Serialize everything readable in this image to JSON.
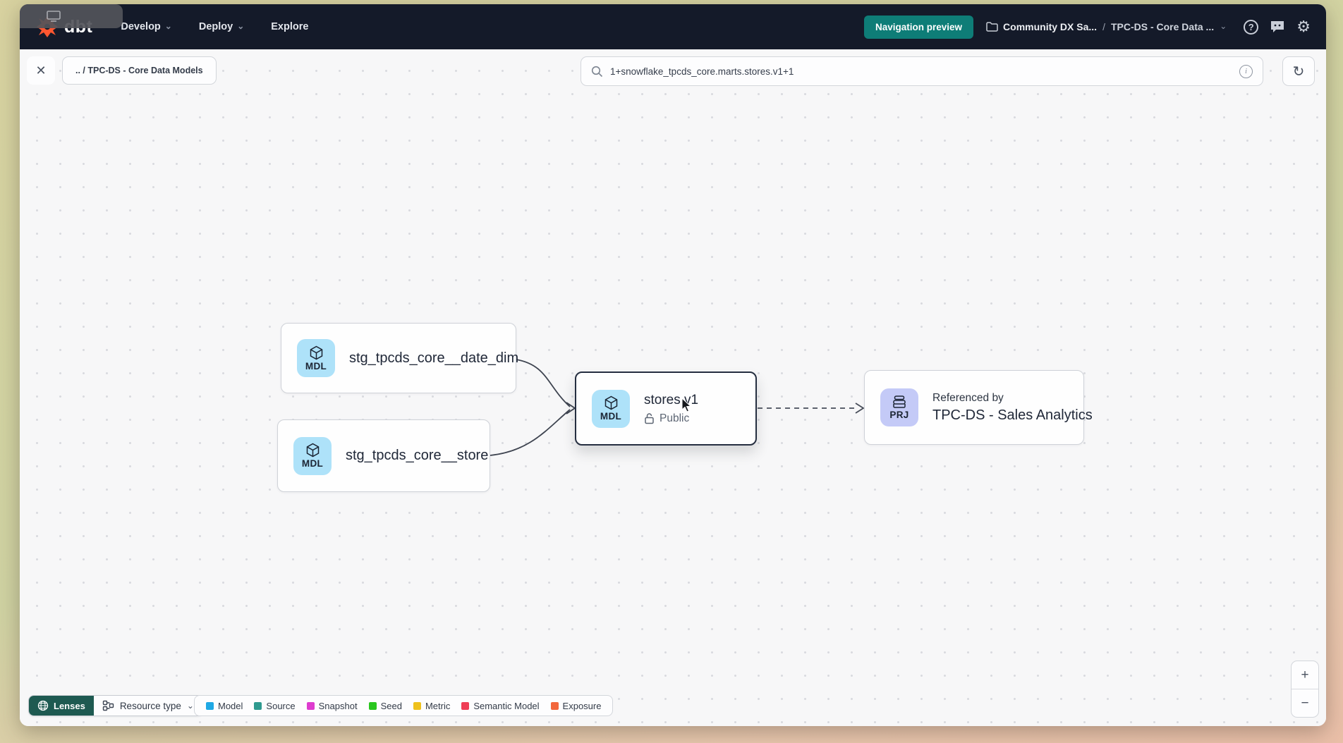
{
  "icons": {
    "close": "✕",
    "refresh": "↻",
    "gear": "⚙",
    "chevron_down": "⌄",
    "chevron_down_small": "⌄",
    "help": "?",
    "info": "i",
    "zoom_in": "+",
    "zoom_out": "−",
    "breadcrumb_separator": "/"
  },
  "navbar": {
    "brand": "dbt",
    "menus": [
      {
        "label": "Develop",
        "has_chevron": true
      },
      {
        "label": "Deploy",
        "has_chevron": true
      },
      {
        "label": "Explore",
        "has_chevron": false
      }
    ],
    "preview_badge": "Navigation preview",
    "breadcrumb": {
      "account": "Community DX Sa...",
      "separator": "/",
      "project": "TPC-DS - Core Data ..."
    }
  },
  "toolbar": {
    "path_chip": ".. / TPC-DS - Core Data Models",
    "search": {
      "value": "1+snowflake_tpcds_core.marts.stores.v1+1"
    }
  },
  "graph": {
    "nodes": [
      {
        "badge": "MDL",
        "label": "stg_tpcds_core__date_dim"
      },
      {
        "badge": "MDL",
        "label": "stg_tpcds_core__store"
      },
      {
        "badge": "MDL",
        "label": "stores.v1",
        "access": "Public",
        "selected": true
      },
      {
        "badge": "PRJ",
        "caption": "Referenced by",
        "label": "TPC-DS - Sales Analytics"
      }
    ],
    "edges": [
      {
        "from": "stg_tpcds_core__date_dim",
        "to": "stores.v1",
        "style": "solid"
      },
      {
        "from": "stg_tpcds_core__store",
        "to": "stores.v1",
        "style": "solid"
      },
      {
        "from": "stores.v1",
        "to": "TPC-DS - Sales Analytics",
        "style": "dashed"
      }
    ]
  },
  "footer": {
    "lenses_label": "Lenses",
    "resource_type_label": "Resource type",
    "legend": [
      {
        "label": "Model",
        "color": "#1fa8e4"
      },
      {
        "label": "Source",
        "color": "#2f9a8f"
      },
      {
        "label": "Snapshot",
        "color": "#de3ccf"
      },
      {
        "label": "Seed",
        "color": "#29c61e"
      },
      {
        "label": "Metric",
        "color": "#eec11d"
      },
      {
        "label": "Semantic Model",
        "color": "#ef3e56"
      },
      {
        "label": "Exposure",
        "color": "#f2673c"
      }
    ]
  },
  "colors": {
    "navbar_bg": "#141a29",
    "accent_teal": "#0e7d77",
    "brand_orange": "#ff5730",
    "model_badge_bg": "#aee2f9",
    "project_badge_bg": "#c4caf7"
  }
}
